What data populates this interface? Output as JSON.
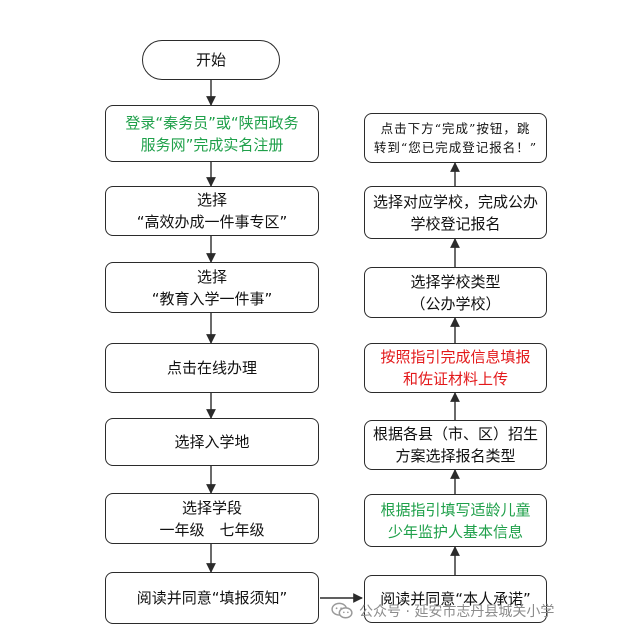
{
  "steps_left": [
    {
      "lines": [
        "开始"
      ]
    },
    {
      "lines": [
        "登录“秦务员”或“陕西政务",
        "服务网”完成实名注册"
      ]
    },
    {
      "lines": [
        "选择",
        "“高效办成一件事专区”"
      ]
    },
    {
      "lines": [
        "选择",
        "“教育入学一件事”"
      ]
    },
    {
      "lines": [
        "点击在线办理"
      ]
    },
    {
      "lines": [
        "选择入学地"
      ]
    },
    {
      "lines": [
        "选择学段",
        "一年级　七年级"
      ]
    },
    {
      "lines": [
        "阅读并同意“填报须知”"
      ]
    }
  ],
  "steps_right": [
    {
      "lines": [
        "点击下方“完成”按钮，跳",
        "转到“您已完成登记报名！”"
      ]
    },
    {
      "lines": [
        "选择对应学校，完成公办",
        "学校登记报名"
      ]
    },
    {
      "lines": [
        "选择学校类型",
        "（公办学校）"
      ]
    },
    {
      "lines": [
        "按照指引完成信息填报",
        "和佐证材料上传"
      ]
    },
    {
      "lines": [
        "根据各县（市、区）招生",
        "方案选择报名类型"
      ]
    },
    {
      "lines": [
        "根据指引填写适龄儿童",
        "少年监护人基本信息"
      ]
    },
    {
      "lines": [
        "阅读并同意“本人承诺”"
      ]
    }
  ],
  "colors": {
    "highlight_green": "#1fa04a",
    "highlight_red": "#e3191b",
    "border": "#2b2b2b"
  },
  "watermark": {
    "icon": "wechat-icon",
    "text": "公众号 · 延安市志丹县城关小学"
  }
}
